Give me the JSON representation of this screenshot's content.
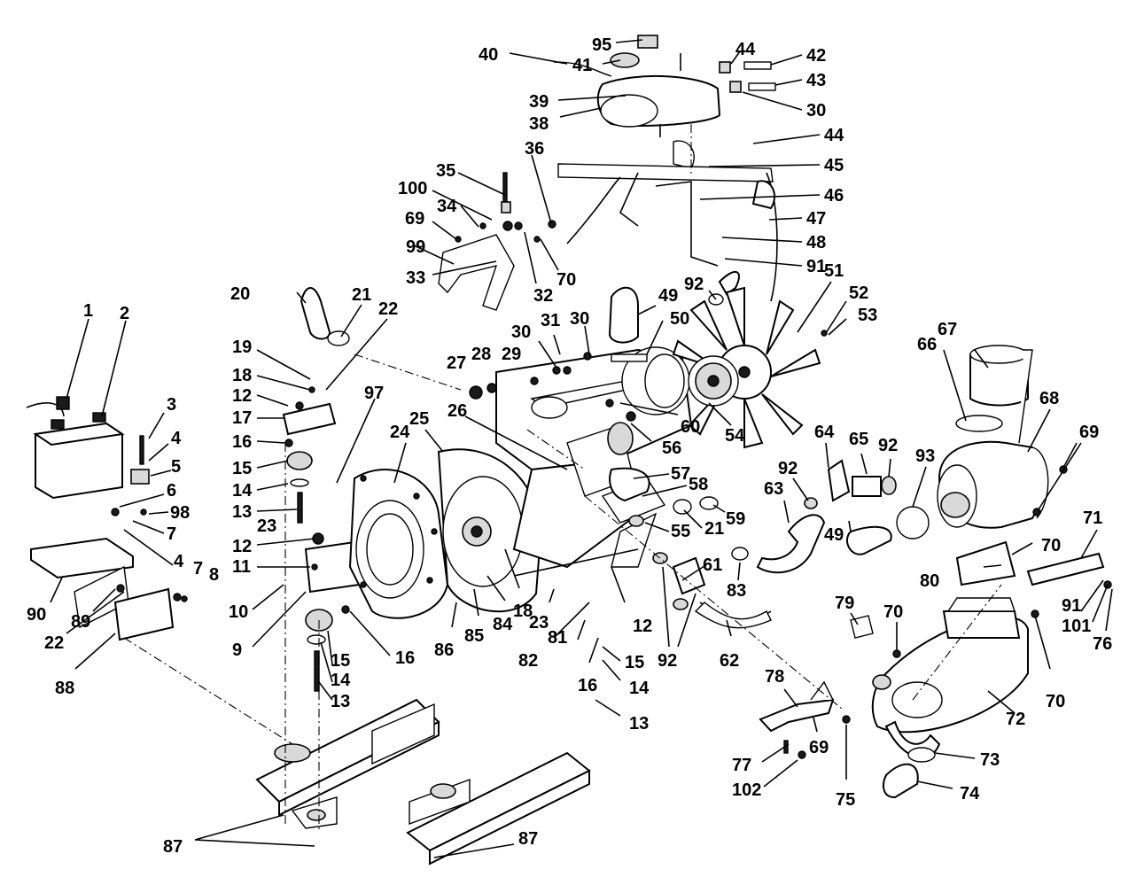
{
  "diagram": {
    "background": "#ffffff",
    "line_color": "#000000",
    "callouts": [
      "1",
      "2",
      "3",
      "4",
      "5",
      "6",
      "98",
      "7",
      "4",
      "7",
      "8",
      "90",
      "89",
      "22",
      "88",
      "19",
      "18",
      "12",
      "17",
      "16",
      "15",
      "14",
      "13",
      "23",
      "12",
      "11",
      "10",
      "9",
      "16",
      "15",
      "14",
      "13",
      "20",
      "21",
      "22",
      "97",
      "24",
      "25",
      "26",
      "86",
      "85",
      "84",
      "18",
      "23",
      "12",
      "82",
      "81",
      "16",
      "15",
      "14",
      "13",
      "92",
      "35",
      "100",
      "34",
      "69",
      "99",
      "33",
      "36",
      "32",
      "70",
      "40",
      "41",
      "95",
      "39",
      "38",
      "44",
      "42",
      "43",
      "30",
      "44",
      "45",
      "46",
      "47",
      "48",
      "91",
      "49",
      "92",
      "51",
      "52",
      "53",
      "50",
      "31",
      "30",
      "30",
      "27",
      "28",
      "29",
      "56",
      "60",
      "54",
      "57",
      "58",
      "59",
      "55",
      "21",
      "61",
      "83",
      "62",
      "64",
      "65",
      "92",
      "93",
      "92",
      "63",
      "49",
      "67",
      "66",
      "68",
      "69",
      "71",
      "70",
      "80",
      "91",
      "101",
      "76",
      "79",
      "70",
      "70",
      "72",
      "78",
      "69",
      "77",
      "102",
      "75",
      "73",
      "74",
      "87",
      "87"
    ]
  }
}
